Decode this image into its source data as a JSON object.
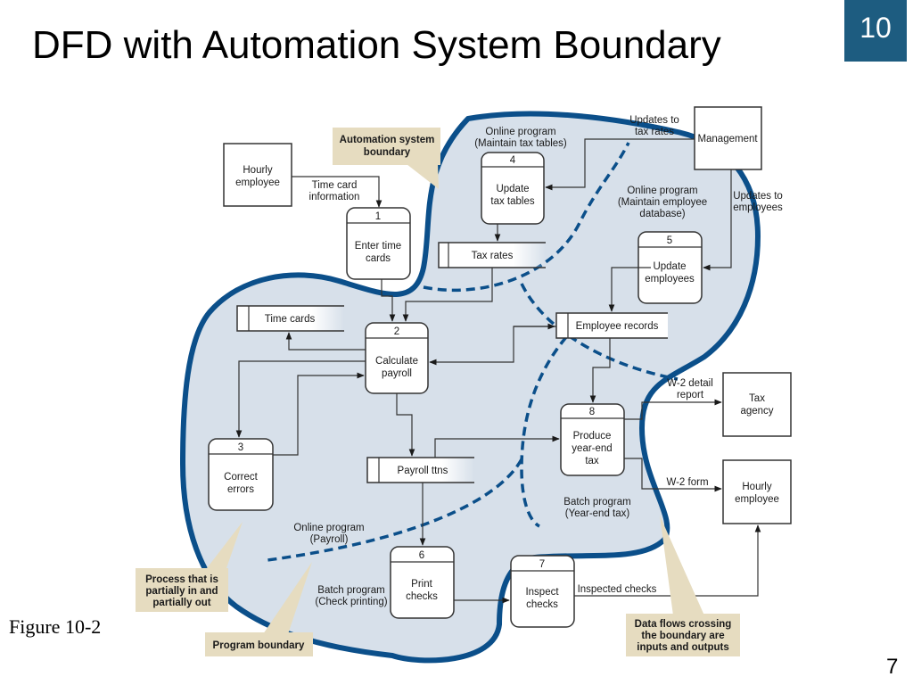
{
  "slide": {
    "title": "DFD with Automation System Boundary",
    "chapter_number": "10",
    "figure_caption": "Figure 10-2",
    "page_number": "7"
  },
  "colors": {
    "accent": "#1d5c80",
    "boundary": "#0b4f8a",
    "region_fill": "#d7e0ea",
    "callout_fill": "#e6dcc0"
  },
  "callouts": {
    "automation": [
      "Automation system",
      "boundary"
    ],
    "partial": [
      "Process that is",
      "partially in and",
      "partially out"
    ],
    "program": [
      "Program boundary"
    ],
    "crossing": [
      "Data flows crossing",
      "the boundary are",
      "inputs and outputs"
    ]
  },
  "externals": {
    "hourly_top": [
      "Hourly",
      "employee"
    ],
    "management": [
      "Management"
    ],
    "tax_agency": [
      "Tax",
      "agency"
    ],
    "hourly_bottom": [
      "Hourly",
      "employee"
    ]
  },
  "processes": {
    "p1": {
      "num": "1",
      "label": [
        "Enter time",
        "cards"
      ]
    },
    "p2": {
      "num": "2",
      "label": [
        "Calculate",
        "payroll"
      ]
    },
    "p3": {
      "num": "3",
      "label": [
        "Correct",
        "errors"
      ]
    },
    "p4": {
      "num": "4",
      "label": [
        "Update",
        "tax tables"
      ]
    },
    "p5": {
      "num": "5",
      "label": [
        "Update",
        "employees"
      ]
    },
    "p6": {
      "num": "6",
      "label": [
        "Print",
        "checks"
      ]
    },
    "p7": {
      "num": "7",
      "label": [
        "Inspect",
        "checks"
      ]
    },
    "p8": {
      "num": "8",
      "label": [
        "Produce",
        "year-end",
        "tax"
      ]
    }
  },
  "stores": {
    "tax_rates": "Tax rates",
    "time_cards": "Time cards",
    "employee_records": "Employee records",
    "payroll_ttns": "Payroll ttns"
  },
  "flows": {
    "time_card_info": [
      "Time card",
      "information"
    ],
    "updates_tax": [
      "Updates to",
      "tax rates"
    ],
    "updates_emp": [
      "Updates to",
      "employees"
    ],
    "w2_detail": [
      "W-2 detail",
      "report"
    ],
    "w2_form": [
      "W-2 form"
    ],
    "inspected": [
      "Inspected checks"
    ]
  },
  "programs": {
    "maint_tax": [
      "Online program",
      "(Maintain tax tables)"
    ],
    "maint_emp": [
      "Online program",
      "(Maintain employee",
      "database)"
    ],
    "payroll": [
      "Online program",
      "(Payroll)"
    ],
    "check_print": [
      "Batch program",
      "(Check printing)"
    ],
    "year_end": [
      "Batch program",
      "(Year-end tax)"
    ]
  }
}
